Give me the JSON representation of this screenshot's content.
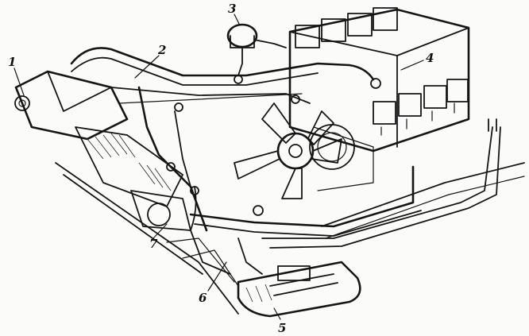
{
  "callouts": [
    {
      "id": "1",
      "text": "1"
    },
    {
      "id": "2",
      "text": "2"
    },
    {
      "id": "3",
      "text": "3"
    },
    {
      "id": "4",
      "text": "4"
    },
    {
      "id": "5",
      "text": "5"
    },
    {
      "id": "6",
      "text": "6"
    },
    {
      "id": "7",
      "text": "7"
    }
  ],
  "colors": {
    "ink": "#151515",
    "paper": "#fbfbf9"
  }
}
